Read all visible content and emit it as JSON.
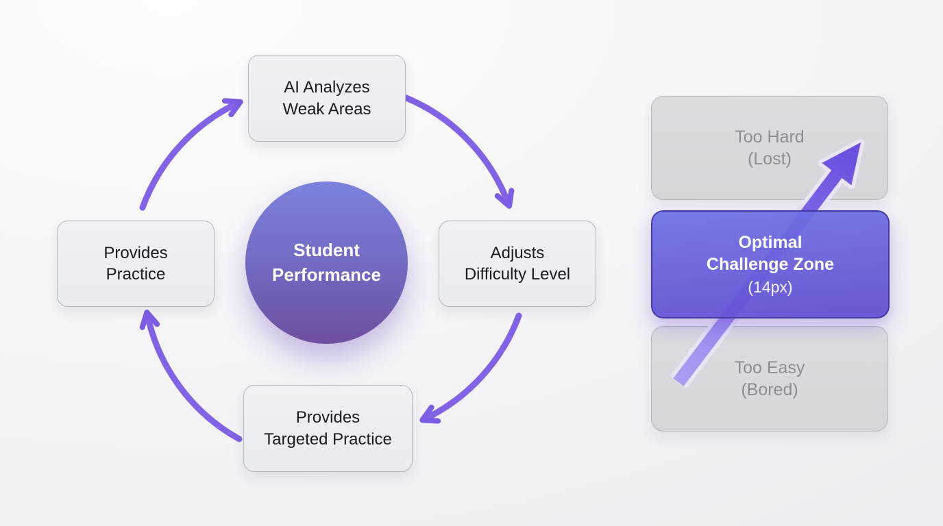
{
  "diagram": {
    "cycle": {
      "center": {
        "label": "Student\nPerformance"
      },
      "nodes": {
        "top": {
          "label": "AI Analyzes\nWeak Areas"
        },
        "right": {
          "label": "Adjusts\nDifficulty Level"
        },
        "bottom": {
          "label": "Provides\nTargeted Practice"
        },
        "left": {
          "label": "Provides\nPractice"
        }
      }
    },
    "zones": {
      "too_hard": {
        "label": "Too Hard\n(Lost)"
      },
      "optimal": {
        "title": "Optimal\nChallenge Zone",
        "subtitle": "(14px)"
      },
      "too_easy": {
        "label": "Too Easy\n(Bored)"
      }
    },
    "colors": {
      "cycle_arrow": "#8262e5",
      "difficulty_arrow_from": "#ac9df3",
      "difficulty_arrow_to": "#6a4cdf",
      "circle_gradient_top": "#7c82de",
      "circle_gradient_bottom": "#6f4f9f",
      "optimal_zone_top": "#7072e4",
      "optimal_zone_bottom": "#614fd1",
      "node_background": "#edf0f4",
      "gray_zone_background": "#d9d9de",
      "gray_zone_text": "#8d8d95"
    }
  }
}
